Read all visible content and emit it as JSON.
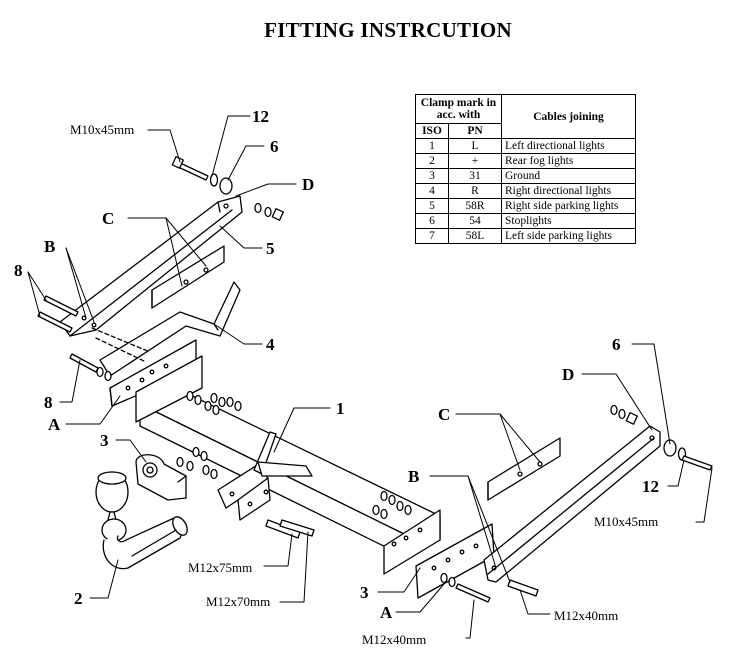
{
  "title": "FITTING INSTRCUTION",
  "table": {
    "header_clamp": "Clamp mark in acc. with",
    "header_cables": "Cables joining",
    "header_iso": "ISO",
    "header_pn": "PN",
    "rows": [
      {
        "iso": "1",
        "pn": "L",
        "desc": "Left directional lights"
      },
      {
        "iso": "2",
        "pn": "+",
        "desc": "Rear fog lights"
      },
      {
        "iso": "3",
        "pn": "31",
        "desc": "Ground"
      },
      {
        "iso": "4",
        "pn": "R",
        "desc": "Right directional lights"
      },
      {
        "iso": "5",
        "pn": "58R",
        "desc": "Right side parking lights"
      },
      {
        "iso": "6",
        "pn": "54",
        "desc": "Stoplights"
      },
      {
        "iso": "7",
        "pn": "58L",
        "desc": "Left side parking lights"
      }
    ]
  },
  "labels": {
    "p1": "1",
    "p2": "2",
    "p3a": "3",
    "p3b": "3",
    "p4": "4",
    "p5": "5",
    "p6a": "6",
    "p6b": "6",
    "p8a": "8",
    "p8b": "8",
    "p12a": "12",
    "p12b": "12",
    "A1": "A",
    "A2": "A",
    "B1": "B",
    "B2": "B",
    "C1": "C",
    "C2": "C",
    "D1": "D",
    "D2": "D",
    "m10_left": "M10x45mm",
    "m10_right": "M10x45mm",
    "m12x75": "M12x75mm",
    "m12x70": "M12x70mm",
    "m12x40_right": "M12x40mm",
    "m12x40_bottom": "M12x40mm"
  }
}
